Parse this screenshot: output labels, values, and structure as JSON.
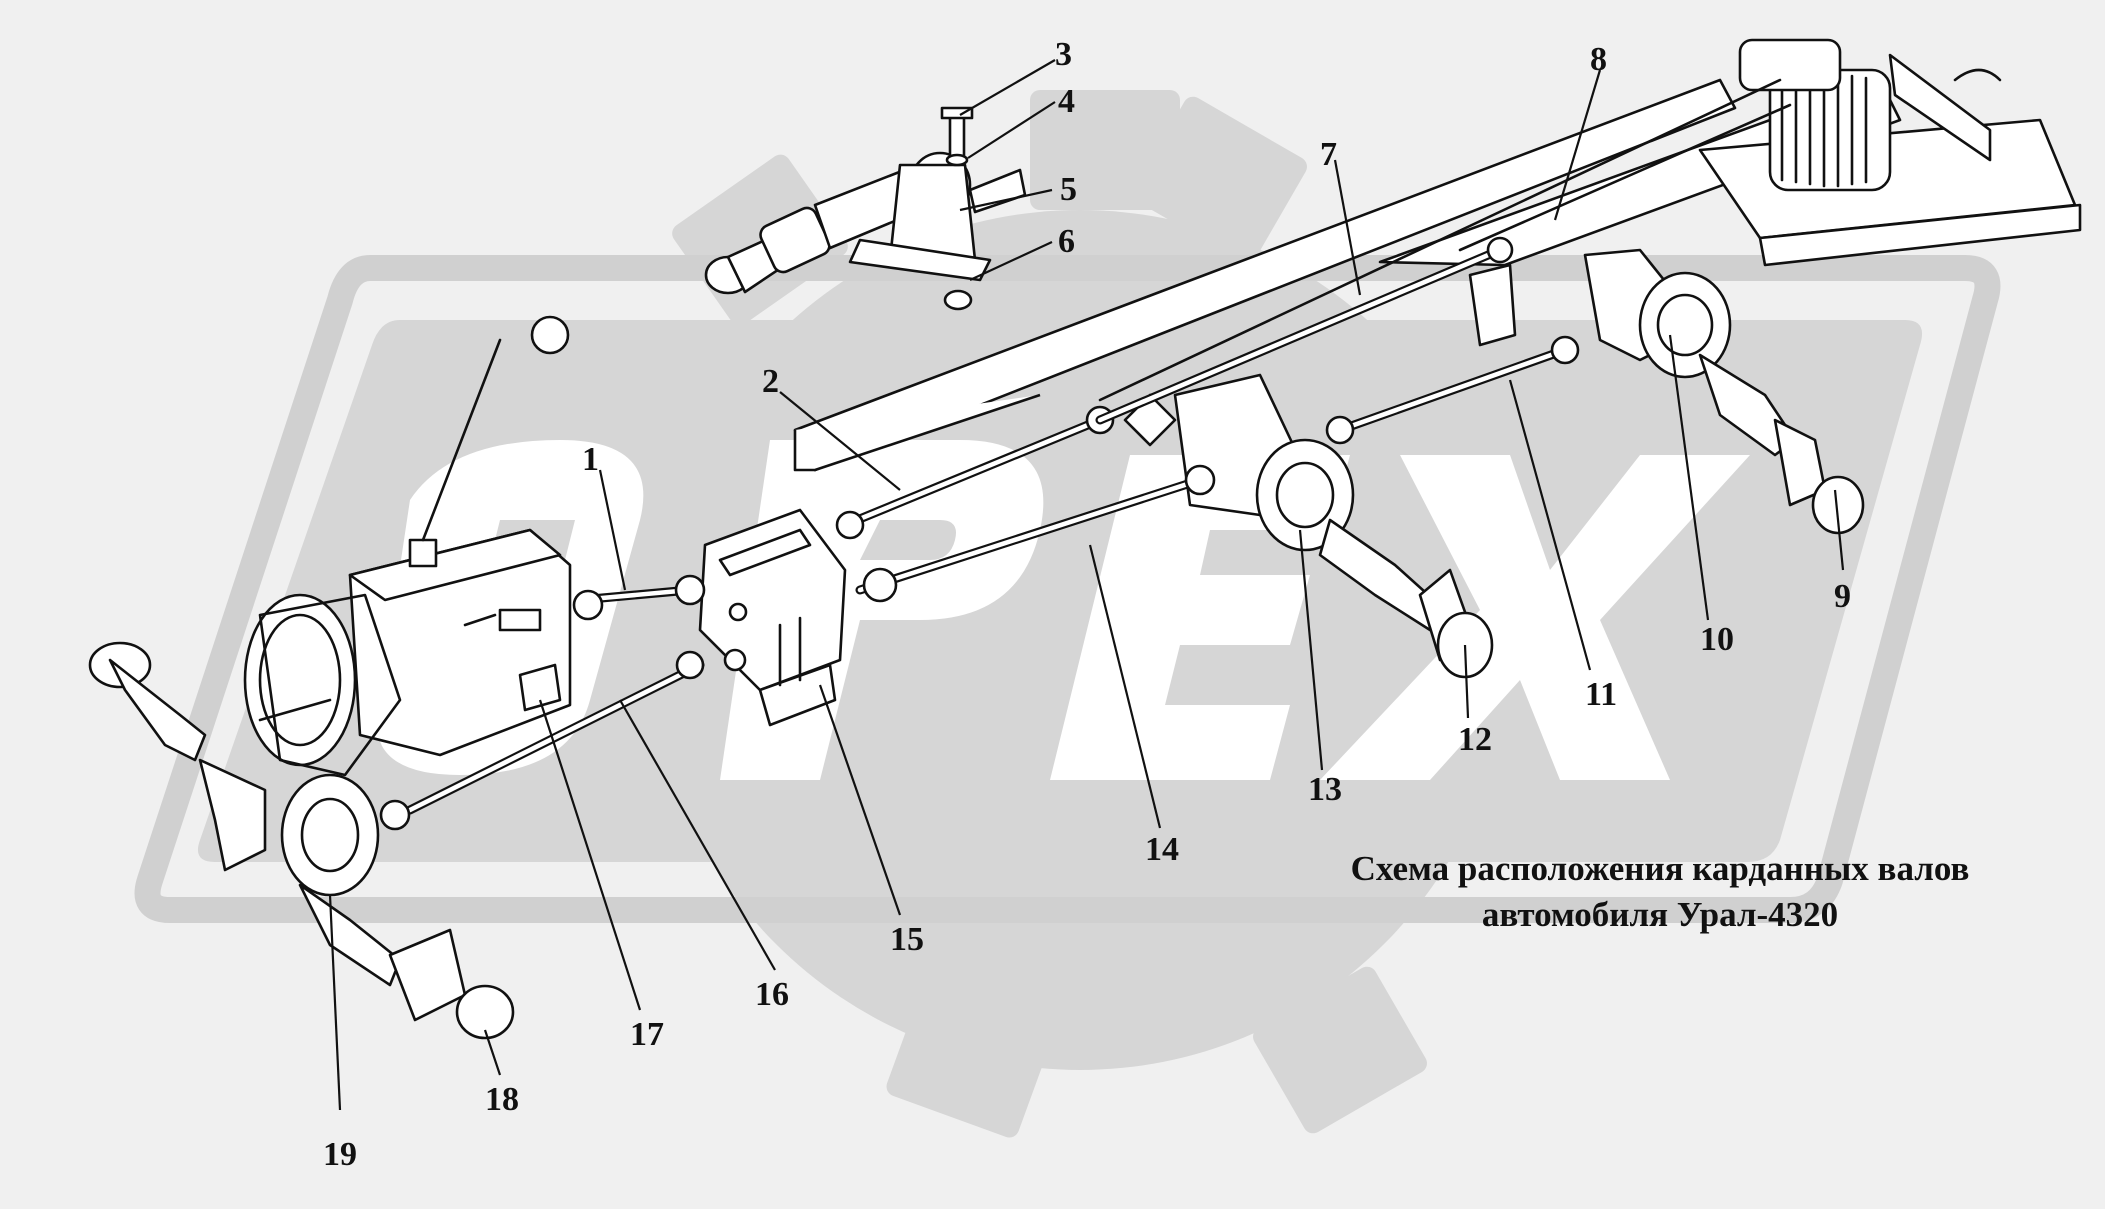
{
  "caption": {
    "line1": "Схема расположения карданных валов",
    "line2": "автомобиля Урал-4320"
  },
  "watermark": {
    "text": "OPEX"
  },
  "callouts": {
    "c1": "1",
    "c2": "2",
    "c3": "3",
    "c4": "4",
    "c5": "5",
    "c6": "6",
    "c7": "7",
    "c8": "8",
    "c9": "9",
    "c10": "10",
    "c11": "11",
    "c12": "12",
    "c13": "13",
    "c14": "14",
    "c15": "15",
    "c16": "16",
    "c17": "17",
    "c18": "18",
    "c19": "19"
  },
  "colors": {
    "background": "#f0f0f0",
    "watermark": "#d6d6d6",
    "ink": "#111111"
  }
}
